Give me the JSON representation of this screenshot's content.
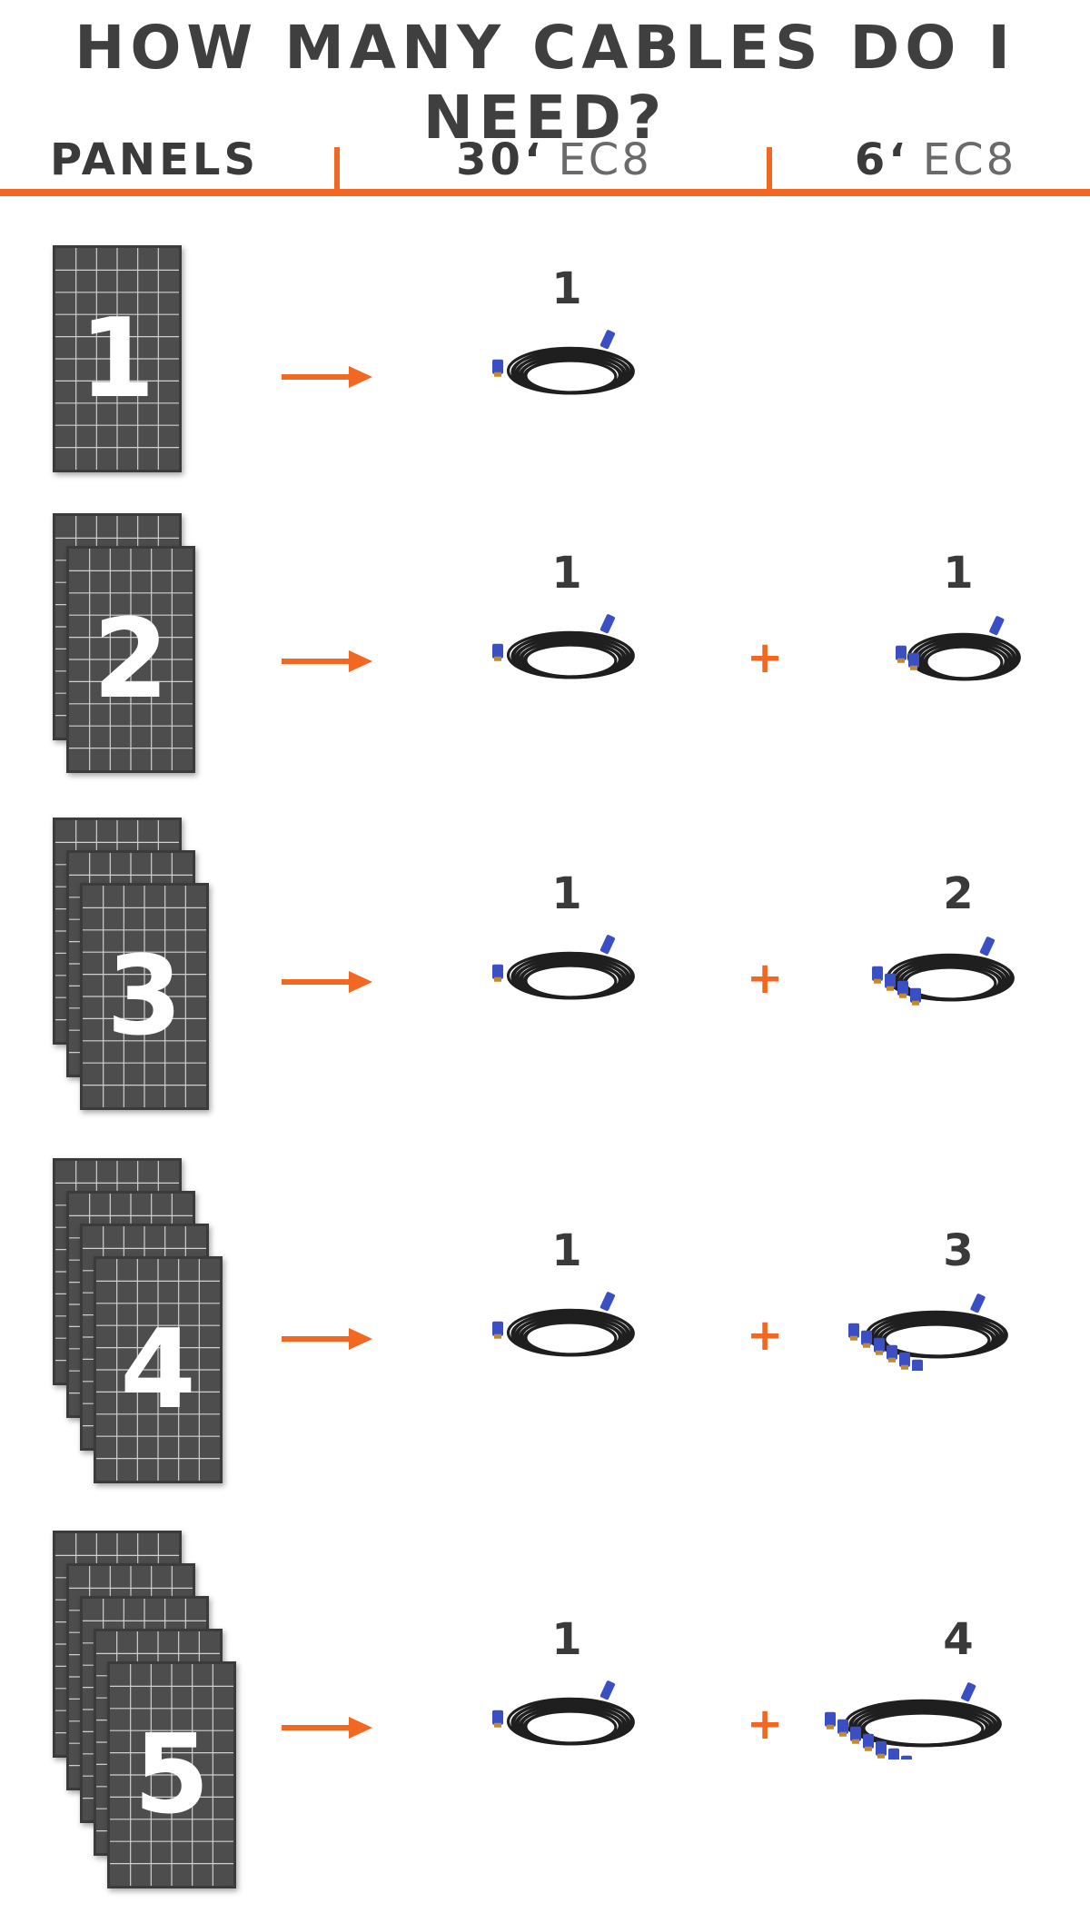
{
  "title": "HOW MANY CABLES DO I NEED?",
  "header": {
    "panels": "PANELS",
    "col1_bold": "30‘",
    "col1_light": "EC8",
    "col2_bold": "6‘",
    "col2_light": "EC8"
  },
  "colors": {
    "accent": "#f26722",
    "text": "#3d3d3d",
    "cable": "#1f1f1f",
    "connector": "#3b4fc4"
  },
  "rows": [
    {
      "panels": "1",
      "long": "1",
      "short": null
    },
    {
      "panels": "2",
      "long": "1",
      "short": "1",
      "plus": "+"
    },
    {
      "panels": "3",
      "long": "1",
      "short": "2",
      "plus": "+"
    },
    {
      "panels": "4",
      "long": "1",
      "short": "3",
      "plus": "+"
    },
    {
      "panels": "5",
      "long": "1",
      "short": "4",
      "plus": "+"
    }
  ]
}
